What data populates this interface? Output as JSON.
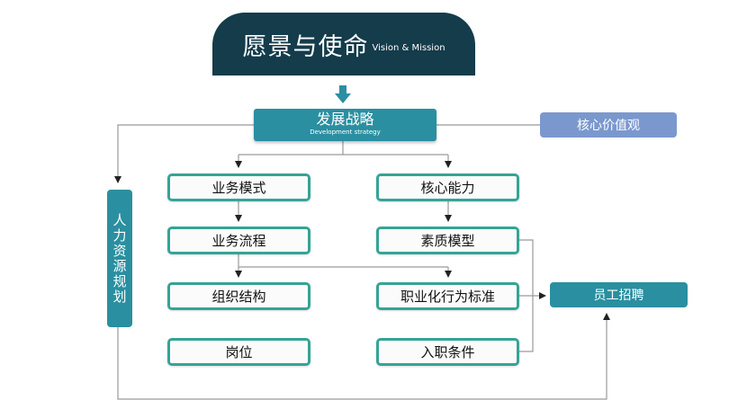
{
  "vision": {
    "title_zh": "愿景与使命",
    "title_en": "Vision & Mission"
  },
  "strategy": {
    "title_zh": "发展战略",
    "title_en": "Development strategy"
  },
  "core_values": "核心价值观",
  "hr_planning": "人力资源规划",
  "left_column": [
    "业务模式",
    "业务流程",
    "组织结构",
    "岗位"
  ],
  "right_column": [
    "核心能力",
    "素质模型",
    "职业化行为标准",
    "入职条件"
  ],
  "recruitment": "员工招聘",
  "colors": {
    "vision": "#143c4b",
    "teal": "#2a8fa0",
    "values": "#7b98ce",
    "box_border": "#35a496",
    "line": "#999999"
  }
}
